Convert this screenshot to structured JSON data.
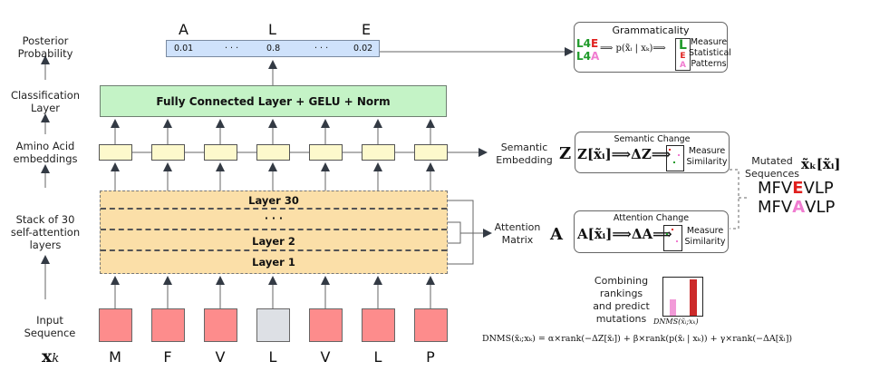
{
  "left_labels": {
    "posterior": "Posterior\nProbability",
    "classification": "Classification\nLayer",
    "embeddings": "Amino Acid\nembeddings",
    "stack": "Stack of 30\nself-attention\nlayers",
    "input": "Input\nSequence",
    "xk": "x",
    "xk_sub": "k"
  },
  "output_vector": {
    "letters": [
      "A",
      "L",
      "E"
    ],
    "values": [
      "0.01",
      "· · ·",
      "0.8",
      "· · ·",
      "0.02"
    ]
  },
  "fc_layer": {
    "label": "Fully Connected Layer + GELU + Norm"
  },
  "attention_stack": {
    "layers": [
      "Layer 30",
      "· · ·",
      "Layer 2",
      "Layer 1"
    ]
  },
  "tokens": [
    {
      "letter": "M",
      "state": "normal"
    },
    {
      "letter": "F",
      "state": "normal"
    },
    {
      "letter": "V",
      "state": "normal"
    },
    {
      "letter": "L",
      "state": "masked"
    },
    {
      "letter": "V",
      "state": "normal"
    },
    {
      "letter": "L",
      "state": "normal"
    },
    {
      "letter": "P",
      "state": "normal"
    }
  ],
  "grammaticality": {
    "title": "Grammaticality",
    "seq1_prefix": "L4",
    "seq1_mut": "E",
    "seq2_prefix": "L4",
    "seq2_mut": "A",
    "formula": "⟹ p(x̃ᵢ | xₖ)⟹",
    "bar_letters": [
      "L",
      "E",
      "A"
    ],
    "measure": "Measure\nStatistical\nPatterns"
  },
  "semantic": {
    "label": "Semantic\nEmbedding",
    "symbol": "Z",
    "title": "Semantic Change",
    "formula": "Z[x̃ᵢ]⟹ΔZ⟹",
    "measure": "Measure\nSimilarity"
  },
  "attention": {
    "label": "Attention\nMatrix",
    "symbol": "A",
    "title": "Attention Change",
    "formula": "A[x̃ᵢ]⟹ΔA⟹",
    "measure": "Measure\nSimilarity"
  },
  "mutated": {
    "label": "Mutated\nSequences",
    "symbol": "x̃ₖ[x̃ᵢ]",
    "seq1": {
      "pre": "MFV",
      "mut": "E",
      "post": "VLP"
    },
    "seq2": {
      "pre": "MFV",
      "mut": "A",
      "post": "VLP"
    }
  },
  "combine": {
    "label": "Combining\nrankings\nand predict\nmutations",
    "chart_caption": "DNMS(x̃ᵢ;xₖ)",
    "bar_values": [
      0.45,
      1.0
    ]
  },
  "equation": "DNMS(x̃ᵢ;xₖ) = α×rank(−ΔZ[x̃ᵢ]) + β×rank(p(x̃ᵢ | xₖ)) + γ×rank(−ΔA[x̃ᵢ])",
  "colors": {
    "green": "#1f9a2a",
    "red": "#e0201e",
    "pink": "#f07cd0",
    "dark_red": "#cc2a2a",
    "bar_pink": "#f29ad8",
    "arrow": "#333a44"
  }
}
